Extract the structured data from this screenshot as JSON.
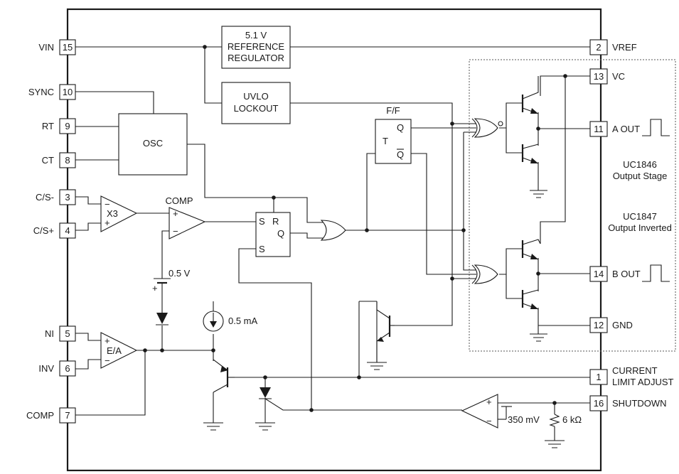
{
  "pins": [
    {
      "num": "15",
      "label": "VIN"
    },
    {
      "num": "10",
      "label": "SYNC"
    },
    {
      "num": "9",
      "label": "RT"
    },
    {
      "num": "8",
      "label": "CT"
    },
    {
      "num": "3",
      "label": "C/S-"
    },
    {
      "num": "4",
      "label": "C/S+"
    },
    {
      "num": "5",
      "label": "NI"
    },
    {
      "num": "6",
      "label": "INV"
    },
    {
      "num": "7",
      "label": "COMP"
    },
    {
      "num": "2",
      "label": "VREF"
    },
    {
      "num": "13",
      "label": "VC"
    },
    {
      "num": "11",
      "label": "A OUT"
    },
    {
      "num": "14",
      "label": "B OUT"
    },
    {
      "num": "12",
      "label": "GND"
    },
    {
      "num": "1",
      "label_line1": "CURRENT",
      "label_line2": "LIMIT ADJUST"
    },
    {
      "num": "16",
      "label": "SHUTDOWN"
    }
  ],
  "blocks": {
    "regulator": {
      "line1": "5.1 V",
      "line2": "REFERENCE",
      "line3": "REGULATOR"
    },
    "uvlo": {
      "line1": "UVLO",
      "line2": "LOCKOUT"
    },
    "osc": "OSC",
    "ff_title": "F/F",
    "ff_t": "T",
    "ff_q": "Q",
    "ff_qbar": "Q",
    "sr_s1": "S",
    "sr_r": "R",
    "sr_q": "Q",
    "sr_s2": "S"
  },
  "amps": {
    "x3": "X3",
    "comp_title": "COMP",
    "ea": "E/A",
    "plus": "+",
    "minus": "−"
  },
  "values": {
    "ref_0_5v": "0.5 V",
    "current_source": "0.5 mA",
    "shutdown_ref": "350 mV",
    "resistor": "6 kΩ"
  },
  "notes": {
    "stage_line1": "UC1846",
    "stage_line2": "Output Stage",
    "inv_line1": "UC1847",
    "inv_line2": "Output Inverted"
  }
}
